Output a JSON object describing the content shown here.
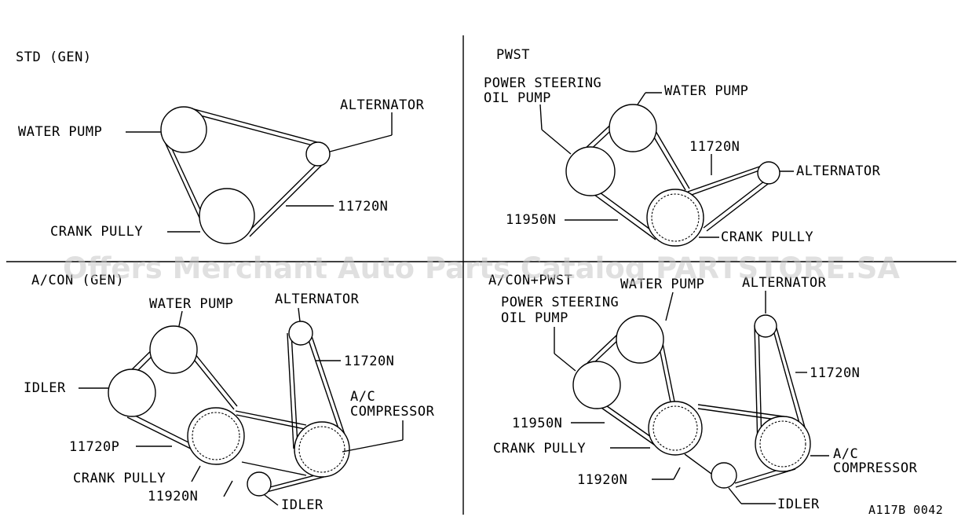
{
  "quadrants": {
    "std_gen": {
      "title": "STD (GEN)",
      "water_pump": "WATER PUMP",
      "alternator": "ALTERNATOR",
      "crank_pully": "CRANK PULLY",
      "belt": "11720N"
    },
    "pwst": {
      "title": "PWST",
      "ps_pump_line1": "POWER STEERING",
      "ps_pump_line2": "OIL PUMP",
      "water_pump": "WATER PUMP",
      "belt_alt": "11720N",
      "alternator": "ALTERNATOR",
      "belt_ps": "11950N",
      "crank_pully": "CRANK PULLY"
    },
    "acon_gen": {
      "title": "A/CON (GEN)",
      "water_pump": "WATER PUMP",
      "alternator": "ALTERNATOR",
      "belt_alt": "11720N",
      "idler": "IDLER",
      "ac_line1": "A/C",
      "ac_line2": "COMPRESSOR",
      "belt_wp": "11720P",
      "crank_pully": "CRANK PULLY",
      "belt_ac": "11920N",
      "idler_bottom": "IDLER"
    },
    "acon_pwst": {
      "title": "A/CON+PWST",
      "ps_pump_line1": "POWER STEERING",
      "ps_pump_line2": "OIL PUMP",
      "water_pump": "WATER PUMP",
      "alternator": "ALTERNATOR",
      "belt_alt": "11720N",
      "belt_ps": "11950N",
      "crank_pully": "CRANK PULLY",
      "belt_ac": "11920N",
      "ac_line1": "A/C",
      "ac_line2": "COMPRESSOR",
      "idler": "IDLER"
    }
  },
  "watermark": "Offers Merchant Auto Parts Catalog PARTSTORE.SA",
  "figure_id": "A117B 0042"
}
